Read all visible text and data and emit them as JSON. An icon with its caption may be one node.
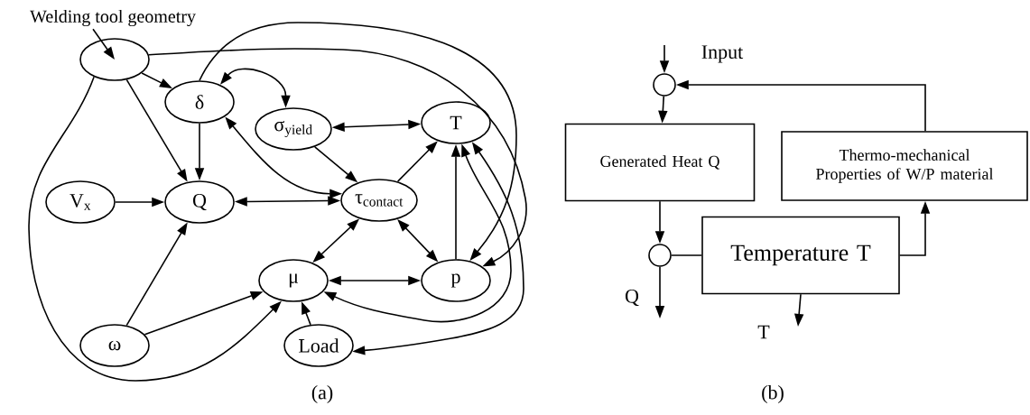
{
  "diagram": {
    "nodes": [
      {
        "text": [
          "Welding tool geometry"
        ]
      },
      {
        "text": [],
        "shape": "ellipse"
      },
      {
        "text": [
          "δ"
        ]
      },
      {
        "text": [
          "σ$_{yield}$"
        ]
      },
      {
        "text": [
          "T"
        ]
      },
      {
        "text": [
          "V$_{x}$"
        ]
      },
      {
        "text": [
          "Q"
        ]
      },
      {
        "text": [
          "τ$_{contact}$"
        ]
      },
      {
        "text": [
          "μ"
        ]
      },
      {
        "text": [
          "p"
        ]
      },
      {
        "text": [
          "ω"
        ]
      },
      {
        "text": [
          "Load"
        ]
      },
      {
        "text": [],
        "shape": "circle"
      },
      {
        "text": [
          "Generated Heat Q"
        ]
      },
      {
        "text": [],
        "shape": "circle"
      },
      {
        "text": [
          "Temperature T"
        ]
      },
      {
        "text": [
          "Thermo-mechanical Properties of W/P material"
        ]
      }
    ],
    "edges": [
      {
        "from": 0,
        "to": 1,
        "arrow": "to"
      },
      {
        "from": 1,
        "to": 2,
        "arrow": "to"
      },
      {
        "from": 1,
        "to": 6,
        "arrow": "to"
      },
      {
        "from": 2,
        "to": 6,
        "arrow": "to"
      },
      {
        "from": 2,
        "to": 3,
        "arrow": "both"
      },
      {
        "from": 2,
        "to": 7,
        "arrow": "both"
      },
      {
        "from": 3,
        "to": 4,
        "arrow": "both"
      },
      {
        "from": 3,
        "to": 7,
        "arrow": "to"
      },
      {
        "from": 7,
        "to": 4,
        "arrow": "to"
      },
      {
        "from": 5,
        "to": 6,
        "arrow": "to"
      },
      {
        "from": 6,
        "to": 7,
        "arrow": "both"
      },
      {
        "from": 7,
        "to": 8,
        "arrow": "both"
      },
      {
        "from": 7,
        "to": 9,
        "arrow": "both"
      },
      {
        "from": 8,
        "to": 9,
        "arrow": "both"
      },
      {
        "from": 10,
        "to": 6,
        "arrow": "to"
      },
      {
        "from": 10,
        "to": 8,
        "arrow": "to"
      },
      {
        "from": 11,
        "to": 8,
        "arrow": "to"
      },
      {
        "from": 9,
        "to": 4,
        "arrow": "to"
      },
      {
        "from": 1,
        "to": 8,
        "arrow": "to"
      },
      {
        "from": 2,
        "to": 9,
        "arrow": "to"
      },
      {
        "from": 1,
        "to": 9,
        "arrow": "to"
      },
      {
        "from": 4,
        "to": 8,
        "arrow": "both"
      },
      {
        "from": 4,
        "to": 11,
        "arrow": "both"
      },
      {
        "from": null,
        "to": 12,
        "arrow": "to",
        "label": "Input"
      },
      {
        "from": 12,
        "to": 13,
        "arrow": "to"
      },
      {
        "from": 13,
        "to": 14,
        "arrow": "to"
      },
      {
        "from": 14,
        "to": null,
        "arrow": "to",
        "label": "Q"
      },
      {
        "from": 14,
        "to": 15,
        "arrow": "none"
      },
      {
        "from": 15,
        "to": null,
        "arrow": "to",
        "label": "T"
      },
      {
        "from": 15,
        "to": 16,
        "arrow": "to"
      },
      {
        "from": 16,
        "to": 12,
        "arrow": "to"
      }
    ],
    "labels": [
      "(a)",
      "(b)"
    ]
  }
}
